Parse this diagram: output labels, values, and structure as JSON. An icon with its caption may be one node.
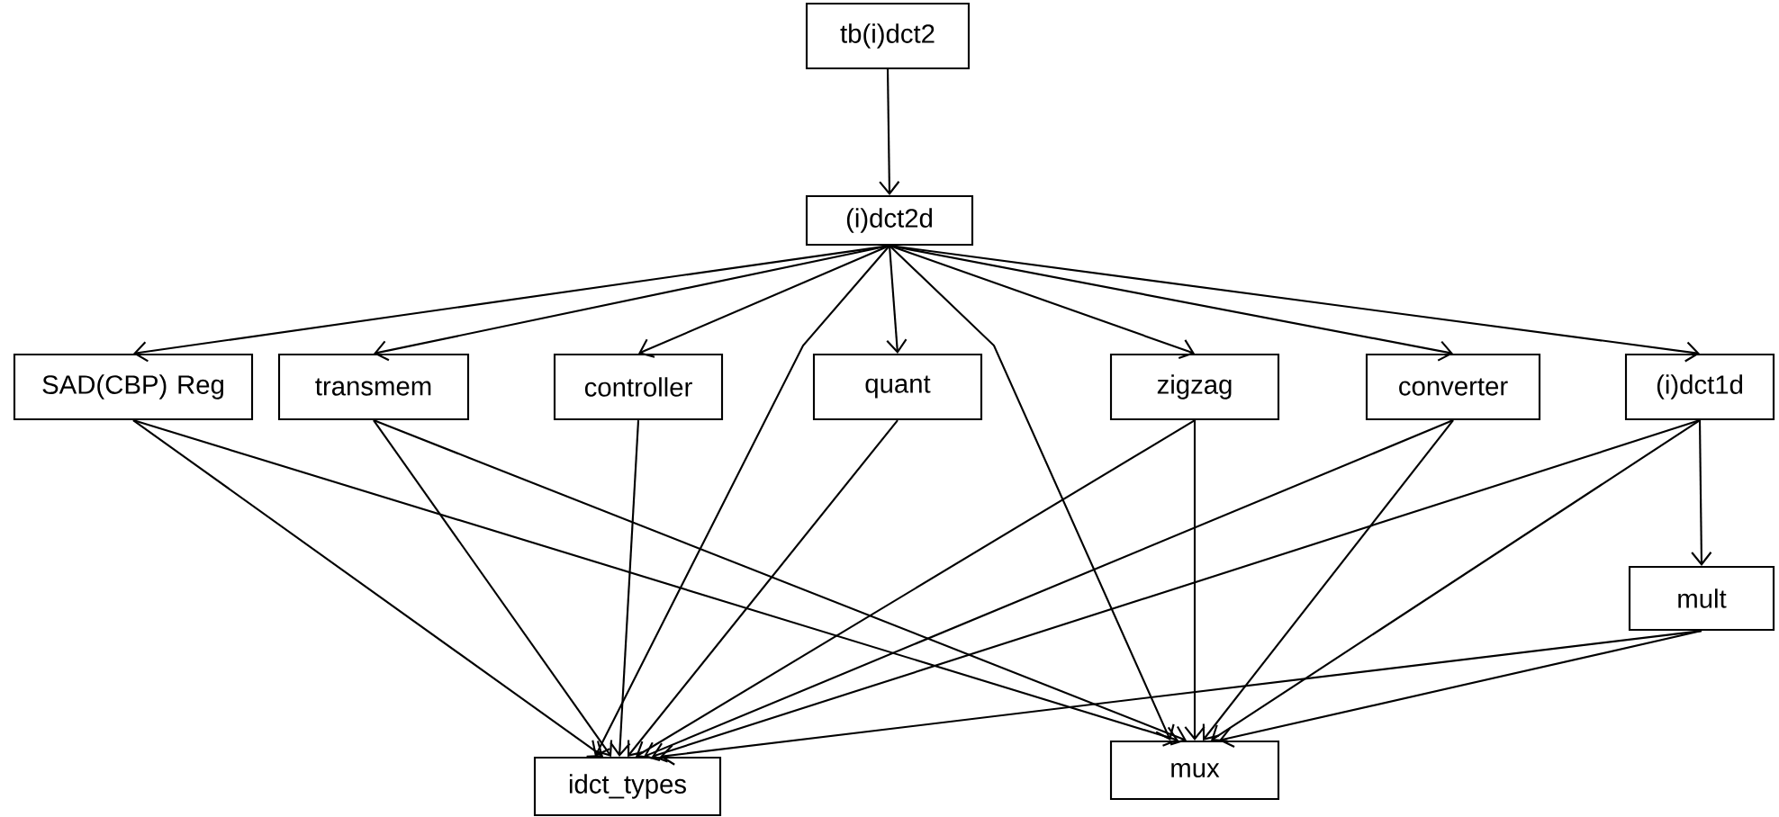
{
  "diagram": {
    "nodes": [
      {
        "text": [
          "tb(i)dct2"
        ]
      },
      {
        "text": [
          "(i)dct2d"
        ]
      },
      {
        "text": [
          "SAD(CBP) Reg"
        ]
      },
      {
        "text": [
          "transmem"
        ]
      },
      {
        "text": [
          "controller"
        ]
      },
      {
        "text": [
          "quant"
        ]
      },
      {
        "text": [
          "zigzag"
        ]
      },
      {
        "text": [
          "converter"
        ]
      },
      {
        "text": [
          "(i)dct1d"
        ]
      },
      {
        "text": [
          "mult"
        ]
      },
      {
        "text": [
          "idct_types"
        ]
      },
      {
        "text": [
          "mux"
        ]
      }
    ],
    "edges": [
      {
        "from": 0,
        "to": 1,
        "arrow": "to"
      },
      {
        "from": 1,
        "to": 2,
        "arrow": "to"
      },
      {
        "from": 1,
        "to": 3,
        "arrow": "to"
      },
      {
        "from": 1,
        "to": 4,
        "arrow": "to"
      },
      {
        "from": 1,
        "to": 5,
        "arrow": "to"
      },
      {
        "from": 1,
        "to": 6,
        "arrow": "to"
      },
      {
        "from": 1,
        "to": 7,
        "arrow": "to"
      },
      {
        "from": 1,
        "to": 8,
        "arrow": "to"
      },
      {
        "from": 8,
        "to": 9,
        "arrow": "to"
      },
      {
        "from": 1,
        "to": 10,
        "arrow": "to"
      },
      {
        "from": 2,
        "to": 10,
        "arrow": "to"
      },
      {
        "from": 3,
        "to": 10,
        "arrow": "to"
      },
      {
        "from": 4,
        "to": 10,
        "arrow": "to"
      },
      {
        "from": 5,
        "to": 10,
        "arrow": "to"
      },
      {
        "from": 6,
        "to": 10,
        "arrow": "to"
      },
      {
        "from": 7,
        "to": 10,
        "arrow": "to"
      },
      {
        "from": 8,
        "to": 10,
        "arrow": "to"
      },
      {
        "from": 9,
        "to": 10,
        "arrow": "to"
      },
      {
        "from": 1,
        "to": 11,
        "arrow": "to"
      },
      {
        "from": 2,
        "to": 11,
        "arrow": "to"
      },
      {
        "from": 3,
        "to": 11,
        "arrow": "to"
      },
      {
        "from": 6,
        "to": 11,
        "arrow": "to"
      },
      {
        "from": 7,
        "to": 11,
        "arrow": "to"
      },
      {
        "from": 8,
        "to": 11,
        "arrow": "to"
      },
      {
        "from": 9,
        "to": 11,
        "arrow": "to"
      }
    ]
  }
}
